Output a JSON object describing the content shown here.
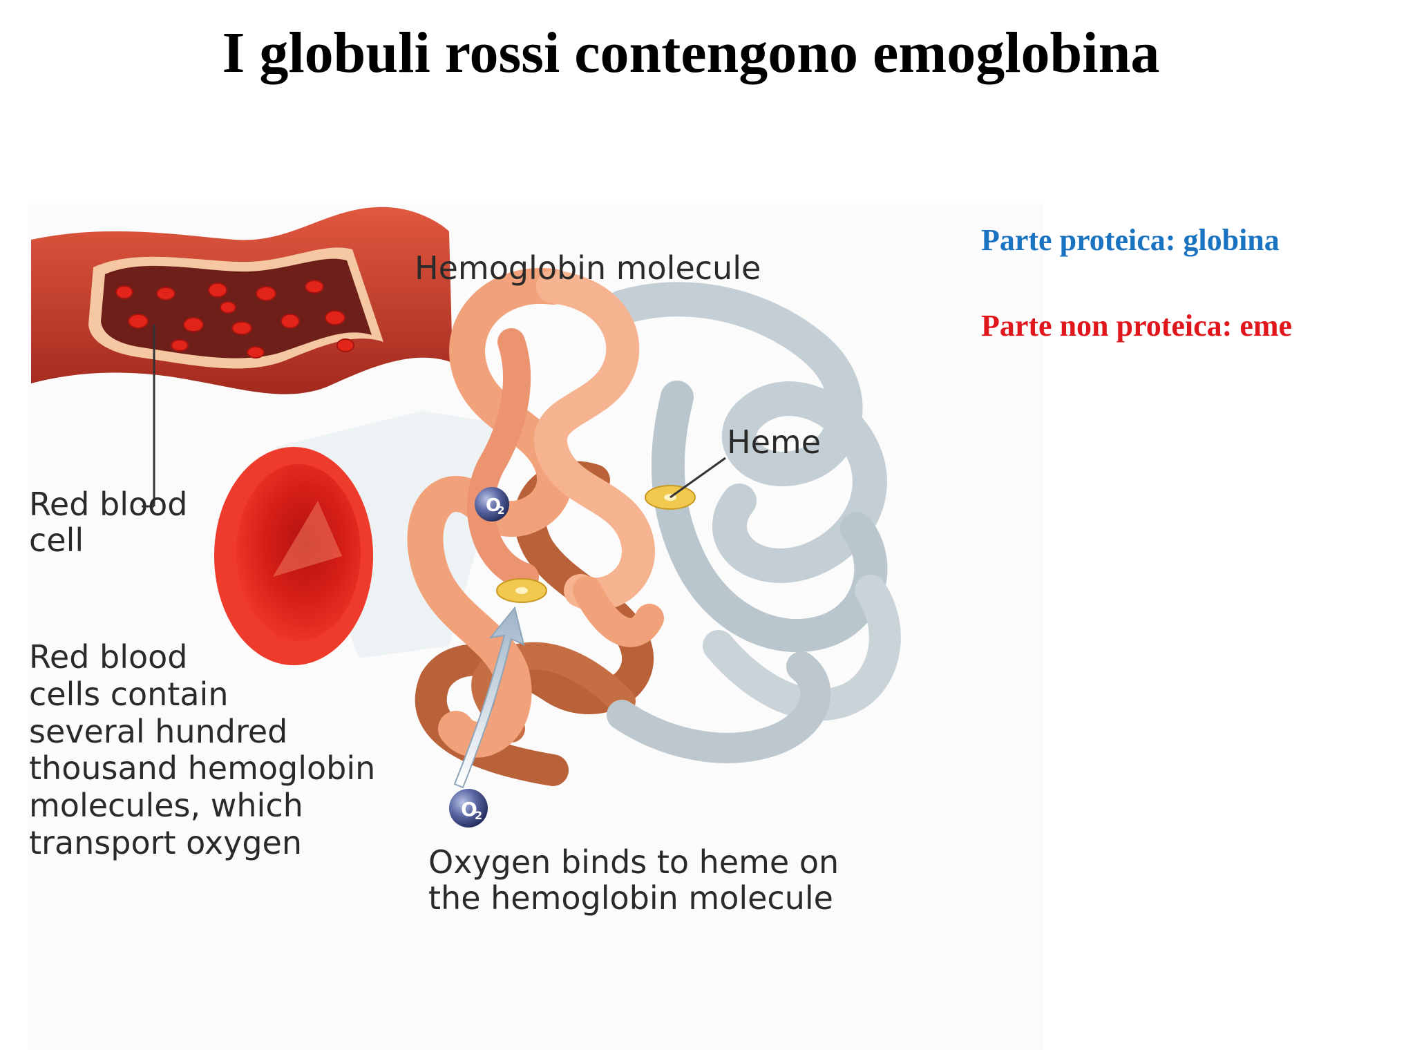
{
  "slide": {
    "title": "I globuli rossi contengono emoglobina",
    "notes": {
      "protein": "Parte proteica: globina",
      "non_protein": "Parte non proteica: eme"
    }
  },
  "diagram": {
    "labels": {
      "hemoglobin_molecule": "Hemoglobin molecule",
      "heme": "Heme",
      "red_blood_cell": "Red blood\ncell",
      "cells_contain": "Red blood\ncells contain\nseveral hundred\nthousand hemoglobin\nmolecules, which\ntransport oxygen",
      "oxygen_binds": "Oxygen binds to heme on\nthe hemoglobin molecule",
      "o2_subscript": "2",
      "o2_letter": "O"
    }
  },
  "colors": {
    "protein_note": "#1a73c0",
    "non_protein_note": "#e0161c",
    "vessel": "#c6402e",
    "red_cell": "#e3241b",
    "alpha_chain": "#f2a27a",
    "beta_chain": "#c9d3d8",
    "heme": "#f0c94e",
    "oxygen": "#3d4a86"
  }
}
